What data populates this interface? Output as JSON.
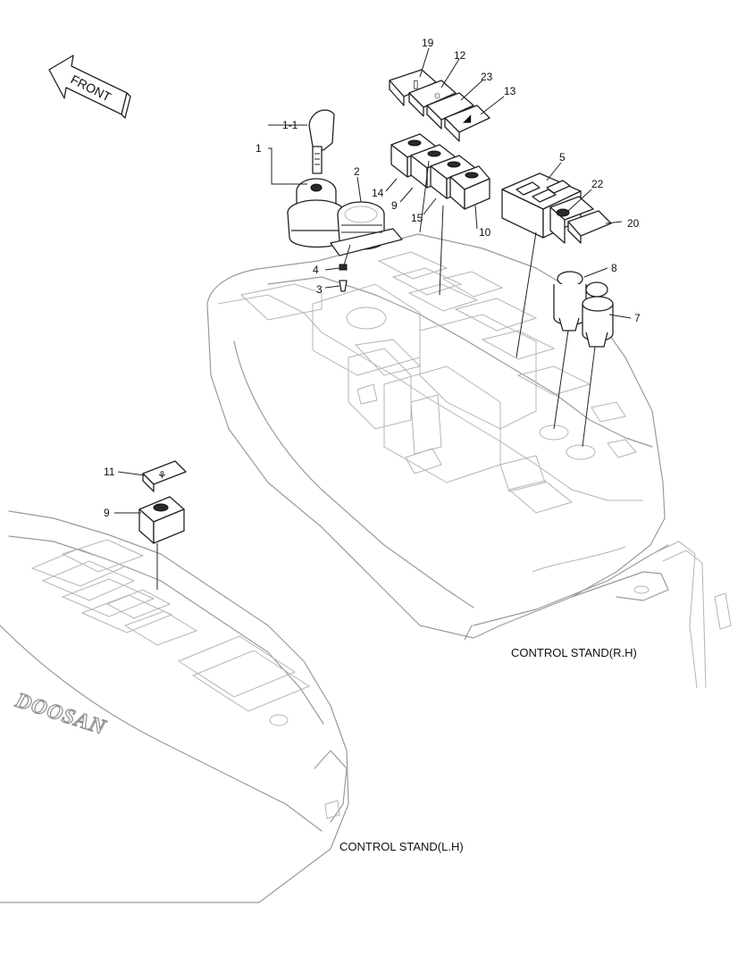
{
  "diagram": {
    "front_label": "FRONT",
    "brand_label": "DOOSAN",
    "captions": {
      "right_stand": "CONTROL STAND(R.H)",
      "left_stand": "CONTROL STAND(L.H)"
    },
    "callouts": {
      "c1": "1",
      "c1_1": "1-1",
      "c2": "2",
      "c3": "3",
      "c4": "4",
      "c5": "5",
      "c7": "7",
      "c8": "8",
      "c9_right": "9",
      "c9_left": "9",
      "c10": "10",
      "c11": "11",
      "c12": "12",
      "c13": "13",
      "c14": "14",
      "c15": "15",
      "c19": "19",
      "c20": "20",
      "c22": "22",
      "c23": "23"
    }
  }
}
